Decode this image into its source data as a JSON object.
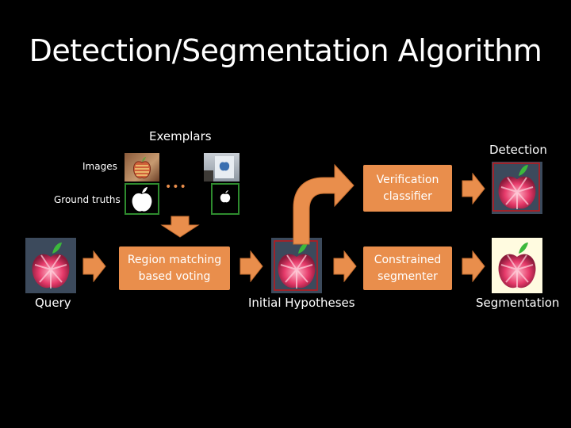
{
  "title": "Detection/Segmentation Algorithm",
  "labels": {
    "exemplars": "Exemplars",
    "detection": "Detection",
    "images": "Images",
    "ground_truths": "Ground truths",
    "query": "Query",
    "initial_hypotheses": "Initial Hypotheses",
    "segmentation": "Segmentation"
  },
  "boxes": {
    "verification": [
      "Verification",
      "classifier"
    ],
    "region_matching": [
      "Region matching",
      "based voting"
    ],
    "constrained": [
      "Constrained",
      "segmenter"
    ]
  },
  "ellipsis": "•••",
  "colors": {
    "background": "#000000",
    "accent": "#e98e4c",
    "detection_box": "#c0161a",
    "mask_border": "#2e8b2e",
    "leaf": "#3cb83c"
  },
  "icons": [
    "apple-logo-icon",
    "apple-silhouette-icon",
    "right-arrow-icon",
    "down-arrow-icon",
    "curved-up-arrow-icon"
  ]
}
